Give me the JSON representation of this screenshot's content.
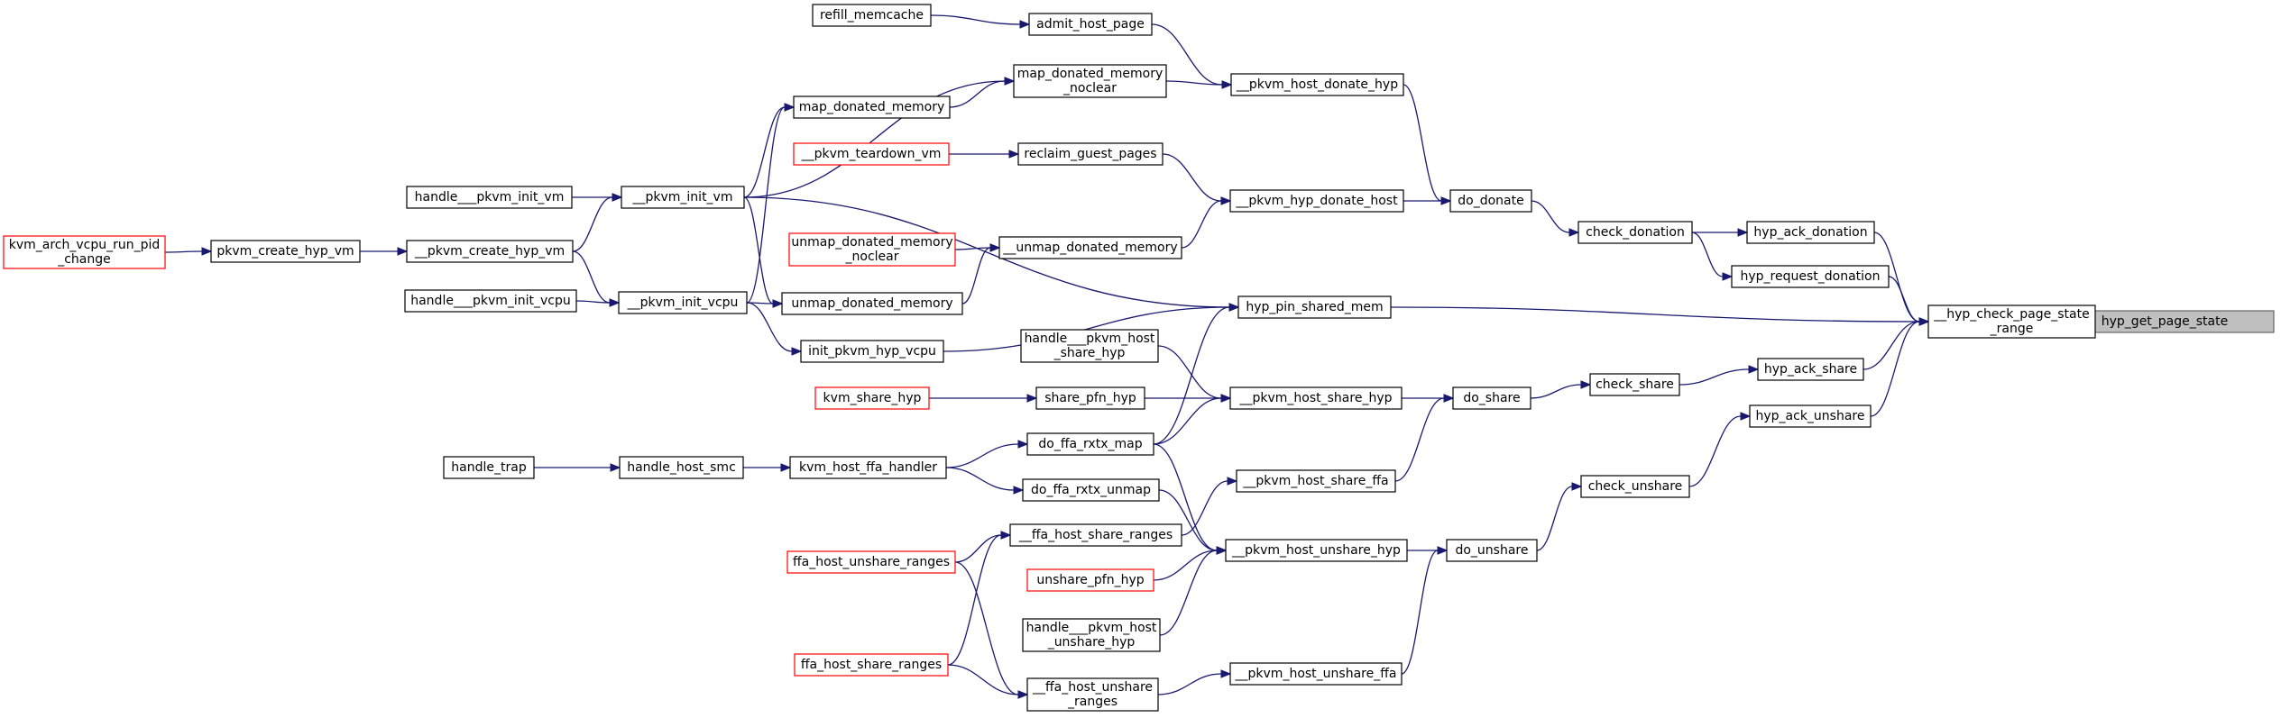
{
  "colors": {
    "edge": "#191970",
    "red_border": "#ff0000",
    "root_fill": "#bfbfbf"
  },
  "nodes": [
    {
      "id": "hyp_get_page_state",
      "lines": [
        "hyp_get_page_state"
      ],
      "style": "root"
    },
    {
      "id": "hyp_check_page_state_range",
      "lines": [
        "__hyp_check_page_state",
        "_range"
      ],
      "style": "normal"
    },
    {
      "id": "hyp_ack_donation",
      "lines": [
        "hyp_ack_donation"
      ],
      "style": "normal"
    },
    {
      "id": "hyp_request_donation",
      "lines": [
        "hyp_request_donation"
      ],
      "style": "normal"
    },
    {
      "id": "hyp_pin_shared_mem",
      "lines": [
        "hyp_pin_shared_mem"
      ],
      "style": "normal"
    },
    {
      "id": "hyp_ack_share",
      "lines": [
        "hyp_ack_share"
      ],
      "style": "normal"
    },
    {
      "id": "hyp_ack_unshare",
      "lines": [
        "hyp_ack_unshare"
      ],
      "style": "normal"
    },
    {
      "id": "check_donation",
      "lines": [
        "check_donation"
      ],
      "style": "normal"
    },
    {
      "id": "check_share",
      "lines": [
        "check_share"
      ],
      "style": "normal"
    },
    {
      "id": "check_unshare",
      "lines": [
        "check_unshare"
      ],
      "style": "normal"
    },
    {
      "id": "do_donate",
      "lines": [
        "do_donate"
      ],
      "style": "normal"
    },
    {
      "id": "do_share",
      "lines": [
        "do_share"
      ],
      "style": "normal"
    },
    {
      "id": "do_unshare",
      "lines": [
        "do_unshare"
      ],
      "style": "normal"
    },
    {
      "id": "pkvm_host_donate_hyp",
      "lines": [
        "__pkvm_host_donate_hyp"
      ],
      "style": "normal"
    },
    {
      "id": "pkvm_hyp_donate_host",
      "lines": [
        "__pkvm_hyp_donate_host"
      ],
      "style": "normal"
    },
    {
      "id": "pkvm_host_share_hyp",
      "lines": [
        "__pkvm_host_share_hyp"
      ],
      "style": "normal"
    },
    {
      "id": "pkvm_host_share_ffa",
      "lines": [
        "__pkvm_host_share_ffa"
      ],
      "style": "normal"
    },
    {
      "id": "pkvm_host_unshare_hyp",
      "lines": [
        "__pkvm_host_unshare_hyp"
      ],
      "style": "normal"
    },
    {
      "id": "pkvm_host_unshare_ffa",
      "lines": [
        "__pkvm_host_unshare_ffa"
      ],
      "style": "normal"
    },
    {
      "id": "admit_host_page",
      "lines": [
        "admit_host_page"
      ],
      "style": "normal"
    },
    {
      "id": "refill_memcache",
      "lines": [
        "refill_memcache"
      ],
      "style": "normal"
    },
    {
      "id": "map_donated_memory_noclear",
      "lines": [
        "map_donated_memory",
        "_noclear"
      ],
      "style": "normal"
    },
    {
      "id": "map_donated_memory",
      "lines": [
        "map_donated_memory"
      ],
      "style": "normal"
    },
    {
      "id": "reclaim_guest_pages",
      "lines": [
        "reclaim_guest_pages"
      ],
      "style": "normal"
    },
    {
      "id": "pkvm_teardown_vm",
      "lines": [
        "__pkvm_teardown_vm"
      ],
      "style": "red"
    },
    {
      "id": "unmap_donated_memory_priv",
      "lines": [
        "__unmap_donated_memory"
      ],
      "style": "normal"
    },
    {
      "id": "unmap_donated_memory_noclear",
      "lines": [
        "unmap_donated_memory",
        "_noclear"
      ],
      "style": "red"
    },
    {
      "id": "unmap_donated_memory",
      "lines": [
        "unmap_donated_memory"
      ],
      "style": "normal"
    },
    {
      "id": "pkvm_init_vm",
      "lines": [
        "__pkvm_init_vm"
      ],
      "style": "normal"
    },
    {
      "id": "pkvm_init_vcpu",
      "lines": [
        "__pkvm_init_vcpu"
      ],
      "style": "normal"
    },
    {
      "id": "handle_pkvm_init_vm",
      "lines": [
        "handle___pkvm_init_vm"
      ],
      "style": "normal"
    },
    {
      "id": "handle_pkvm_init_vcpu",
      "lines": [
        "handle___pkvm_init_vcpu"
      ],
      "style": "normal"
    },
    {
      "id": "pkvm_create_hyp_vm_priv",
      "lines": [
        "__pkvm_create_hyp_vm"
      ],
      "style": "normal"
    },
    {
      "id": "pkvm_create_hyp_vm",
      "lines": [
        "pkvm_create_hyp_vm"
      ],
      "style": "normal"
    },
    {
      "id": "kvm_arch_vcpu_run_pid_change",
      "lines": [
        "kvm_arch_vcpu_run_pid",
        "_change"
      ],
      "style": "red"
    },
    {
      "id": "init_pkvm_hyp_vcpu",
      "lines": [
        "init_pkvm_hyp_vcpu"
      ],
      "style": "normal"
    },
    {
      "id": "handle_pkvm_host_share_hyp",
      "lines": [
        "handle___pkvm_host",
        "_share_hyp"
      ],
      "style": "normal"
    },
    {
      "id": "share_pfn_hyp",
      "lines": [
        "share_pfn_hyp"
      ],
      "style": "normal"
    },
    {
      "id": "kvm_share_hyp",
      "lines": [
        "kvm_share_hyp"
      ],
      "style": "red"
    },
    {
      "id": "do_ffa_rxtx_map",
      "lines": [
        "do_ffa_rxtx_map"
      ],
      "style": "normal"
    },
    {
      "id": "do_ffa_rxtx_unmap",
      "lines": [
        "do_ffa_rxtx_unmap"
      ],
      "style": "normal"
    },
    {
      "id": "kvm_host_ffa_handler",
      "lines": [
        "kvm_host_ffa_handler"
      ],
      "style": "normal"
    },
    {
      "id": "handle_host_smc",
      "lines": [
        "handle_host_smc"
      ],
      "style": "normal"
    },
    {
      "id": "handle_trap",
      "lines": [
        "handle_trap"
      ],
      "style": "normal"
    },
    {
      "id": "ffa_host_share_ranges_priv",
      "lines": [
        "__ffa_host_share_ranges"
      ],
      "style": "normal"
    },
    {
      "id": "ffa_host_unshare_ranges_priv",
      "lines": [
        "__ffa_host_unshare",
        "_ranges"
      ],
      "style": "normal"
    },
    {
      "id": "ffa_host_unshare_ranges",
      "lines": [
        "ffa_host_unshare_ranges"
      ],
      "style": "red"
    },
    {
      "id": "ffa_host_share_ranges",
      "lines": [
        "ffa_host_share_ranges"
      ],
      "style": "red"
    },
    {
      "id": "unshare_pfn_hyp",
      "lines": [
        "unshare_pfn_hyp"
      ],
      "style": "red"
    },
    {
      "id": "handle_pkvm_host_unshare_hyp",
      "lines": [
        "handle___pkvm_host",
        "_unshare_hyp"
      ],
      "style": "normal"
    }
  ],
  "edges": [
    [
      "hyp_check_page_state_range",
      "hyp_get_page_state"
    ],
    [
      "hyp_ack_donation",
      "hyp_check_page_state_range"
    ],
    [
      "hyp_request_donation",
      "hyp_check_page_state_range"
    ],
    [
      "hyp_pin_shared_mem",
      "hyp_check_page_state_range"
    ],
    [
      "hyp_ack_share",
      "hyp_check_page_state_range"
    ],
    [
      "hyp_ack_unshare",
      "hyp_check_page_state_range"
    ],
    [
      "check_donation",
      "hyp_ack_donation"
    ],
    [
      "check_donation",
      "hyp_request_donation"
    ],
    [
      "check_share",
      "hyp_ack_share"
    ],
    [
      "check_unshare",
      "hyp_ack_unshare"
    ],
    [
      "do_donate",
      "check_donation"
    ],
    [
      "do_share",
      "check_share"
    ],
    [
      "do_unshare",
      "check_unshare"
    ],
    [
      "pkvm_host_donate_hyp",
      "do_donate"
    ],
    [
      "pkvm_hyp_donate_host",
      "do_donate"
    ],
    [
      "pkvm_host_share_hyp",
      "do_share"
    ],
    [
      "pkvm_host_share_ffa",
      "do_share"
    ],
    [
      "pkvm_host_unshare_hyp",
      "do_unshare"
    ],
    [
      "pkvm_host_unshare_ffa",
      "do_unshare"
    ],
    [
      "admit_host_page",
      "pkvm_host_donate_hyp"
    ],
    [
      "map_donated_memory_noclear",
      "pkvm_host_donate_hyp"
    ],
    [
      "refill_memcache",
      "admit_host_page"
    ],
    [
      "map_donated_memory",
      "map_donated_memory_noclear"
    ],
    [
      "pkvm_init_vm",
      "map_donated_memory_noclear"
    ],
    [
      "reclaim_guest_pages",
      "pkvm_hyp_donate_host"
    ],
    [
      "unmap_donated_memory_priv",
      "pkvm_hyp_donate_host"
    ],
    [
      "pkvm_teardown_vm",
      "reclaim_guest_pages"
    ],
    [
      "unmap_donated_memory_noclear",
      "unmap_donated_memory_priv"
    ],
    [
      "unmap_donated_memory",
      "unmap_donated_memory_priv"
    ],
    [
      "pkvm_init_vm",
      "map_donated_memory"
    ],
    [
      "pkvm_init_vcpu",
      "map_donated_memory"
    ],
    [
      "pkvm_init_vm",
      "unmap_donated_memory"
    ],
    [
      "pkvm_init_vcpu",
      "unmap_donated_memory"
    ],
    [
      "pkvm_init_vm",
      "hyp_pin_shared_mem"
    ],
    [
      "handle_pkvm_init_vm",
      "pkvm_init_vm"
    ],
    [
      "pkvm_create_hyp_vm_priv",
      "pkvm_init_vm"
    ],
    [
      "handle_pkvm_init_vcpu",
      "pkvm_init_vcpu"
    ],
    [
      "pkvm_create_hyp_vm_priv",
      "pkvm_init_vcpu"
    ],
    [
      "pkvm_create_hyp_vm",
      "pkvm_create_hyp_vm_priv"
    ],
    [
      "kvm_arch_vcpu_run_pid_change",
      "pkvm_create_hyp_vm"
    ],
    [
      "pkvm_init_vcpu",
      "init_pkvm_hyp_vcpu"
    ],
    [
      "init_pkvm_hyp_vcpu",
      "hyp_pin_shared_mem"
    ],
    [
      "do_ffa_rxtx_map",
      "hyp_pin_shared_mem"
    ],
    [
      "handle_pkvm_host_share_hyp",
      "pkvm_host_share_hyp"
    ],
    [
      "share_pfn_hyp",
      "pkvm_host_share_hyp"
    ],
    [
      "do_ffa_rxtx_map",
      "pkvm_host_share_hyp"
    ],
    [
      "kvm_share_hyp",
      "share_pfn_hyp"
    ],
    [
      "kvm_host_ffa_handler",
      "do_ffa_rxtx_map"
    ],
    [
      "kvm_host_ffa_handler",
      "do_ffa_rxtx_unmap"
    ],
    [
      "handle_host_smc",
      "kvm_host_ffa_handler"
    ],
    [
      "handle_trap",
      "handle_host_smc"
    ],
    [
      "do_ffa_rxtx_map",
      "pkvm_host_unshare_hyp"
    ],
    [
      "do_ffa_rxtx_unmap",
      "pkvm_host_unshare_hyp"
    ],
    [
      "ffa_host_share_ranges_priv",
      "pkvm_host_share_ffa"
    ],
    [
      "ffa_host_unshare_ranges",
      "ffa_host_share_ranges_priv"
    ],
    [
      "ffa_host_share_ranges",
      "ffa_host_share_ranges_priv"
    ],
    [
      "unshare_pfn_hyp",
      "pkvm_host_unshare_hyp"
    ],
    [
      "handle_pkvm_host_unshare_hyp",
      "pkvm_host_unshare_hyp"
    ],
    [
      "ffa_host_unshare_ranges_priv",
      "pkvm_host_unshare_ffa"
    ],
    [
      "ffa_host_unshare_ranges",
      "ffa_host_unshare_ranges_priv"
    ],
    [
      "ffa_host_share_ranges",
      "ffa_host_unshare_ranges_priv"
    ]
  ]
}
